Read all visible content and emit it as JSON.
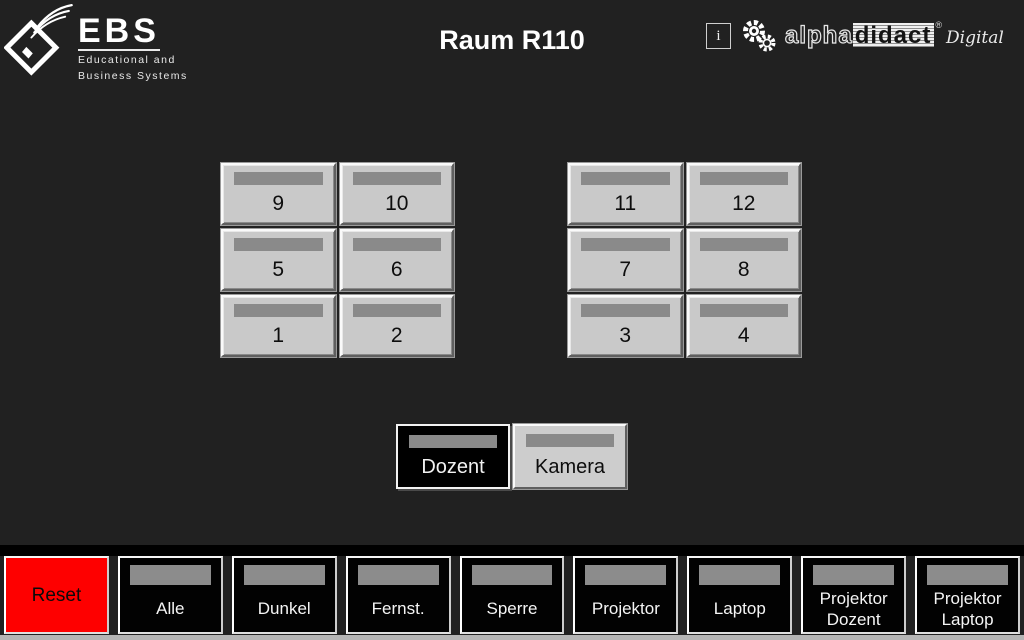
{
  "header": {
    "logo": {
      "name": "EBS",
      "subtitle_line1": "Educational and",
      "subtitle_line2": "Business Systems"
    },
    "title": "Raum R110",
    "info_button_label": "i",
    "brand": {
      "alpha": "alpha",
      "didact": "didact",
      "registered": "®",
      "digital": "Digital"
    }
  },
  "grids": {
    "left": {
      "buttons": [
        {
          "label": "9"
        },
        {
          "label": "10"
        },
        {
          "label": "5"
        },
        {
          "label": "6"
        },
        {
          "label": "1"
        },
        {
          "label": "2"
        }
      ]
    },
    "right": {
      "buttons": [
        {
          "label": "11"
        },
        {
          "label": "12"
        },
        {
          "label": "7"
        },
        {
          "label": "8"
        },
        {
          "label": "3"
        },
        {
          "label": "4"
        }
      ]
    }
  },
  "source_row": {
    "dozent_label": "Dozent",
    "kamera_label": "Kamera"
  },
  "bottom_bar": {
    "buttons": [
      {
        "label": "Reset"
      },
      {
        "label": "Alle"
      },
      {
        "label": "Dunkel"
      },
      {
        "label": "Fernst."
      },
      {
        "label": "Sperre"
      },
      {
        "label": "Projektor"
      },
      {
        "label": "Laptop"
      },
      {
        "label": "Projektor\nDozent"
      },
      {
        "label": "Projektor\nLaptop"
      }
    ]
  },
  "colors": {
    "background": "#212121",
    "button_face": "#c9c9c9",
    "indicator_gray": "#8a8a8a",
    "reset_red": "#fe0000",
    "panel_black": "#000000"
  }
}
